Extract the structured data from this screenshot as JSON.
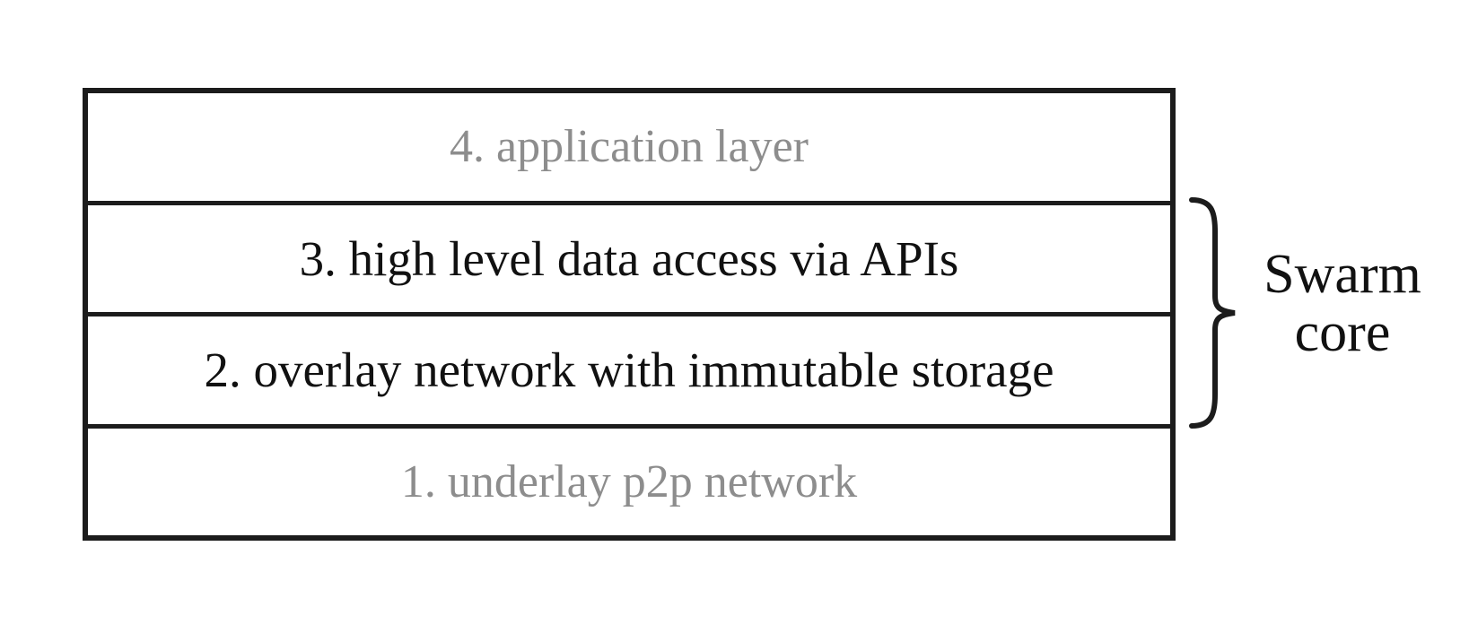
{
  "diagram": {
    "layers": [
      {
        "label": "4. application layer",
        "emphasis": "muted"
      },
      {
        "label": "3. high level data access via APIs",
        "emphasis": "strong"
      },
      {
        "label": "2. overlay network with immutable storage",
        "emphasis": "strong"
      },
      {
        "label": "1. underlay p2p network",
        "emphasis": "muted"
      }
    ],
    "brace_label": {
      "line1": "Swarm",
      "line2": "core"
    },
    "colors": {
      "stroke": "#1c1c1c",
      "text_strong": "#111111",
      "text_muted": "#8d8d8d",
      "background": "#ffffff"
    }
  }
}
